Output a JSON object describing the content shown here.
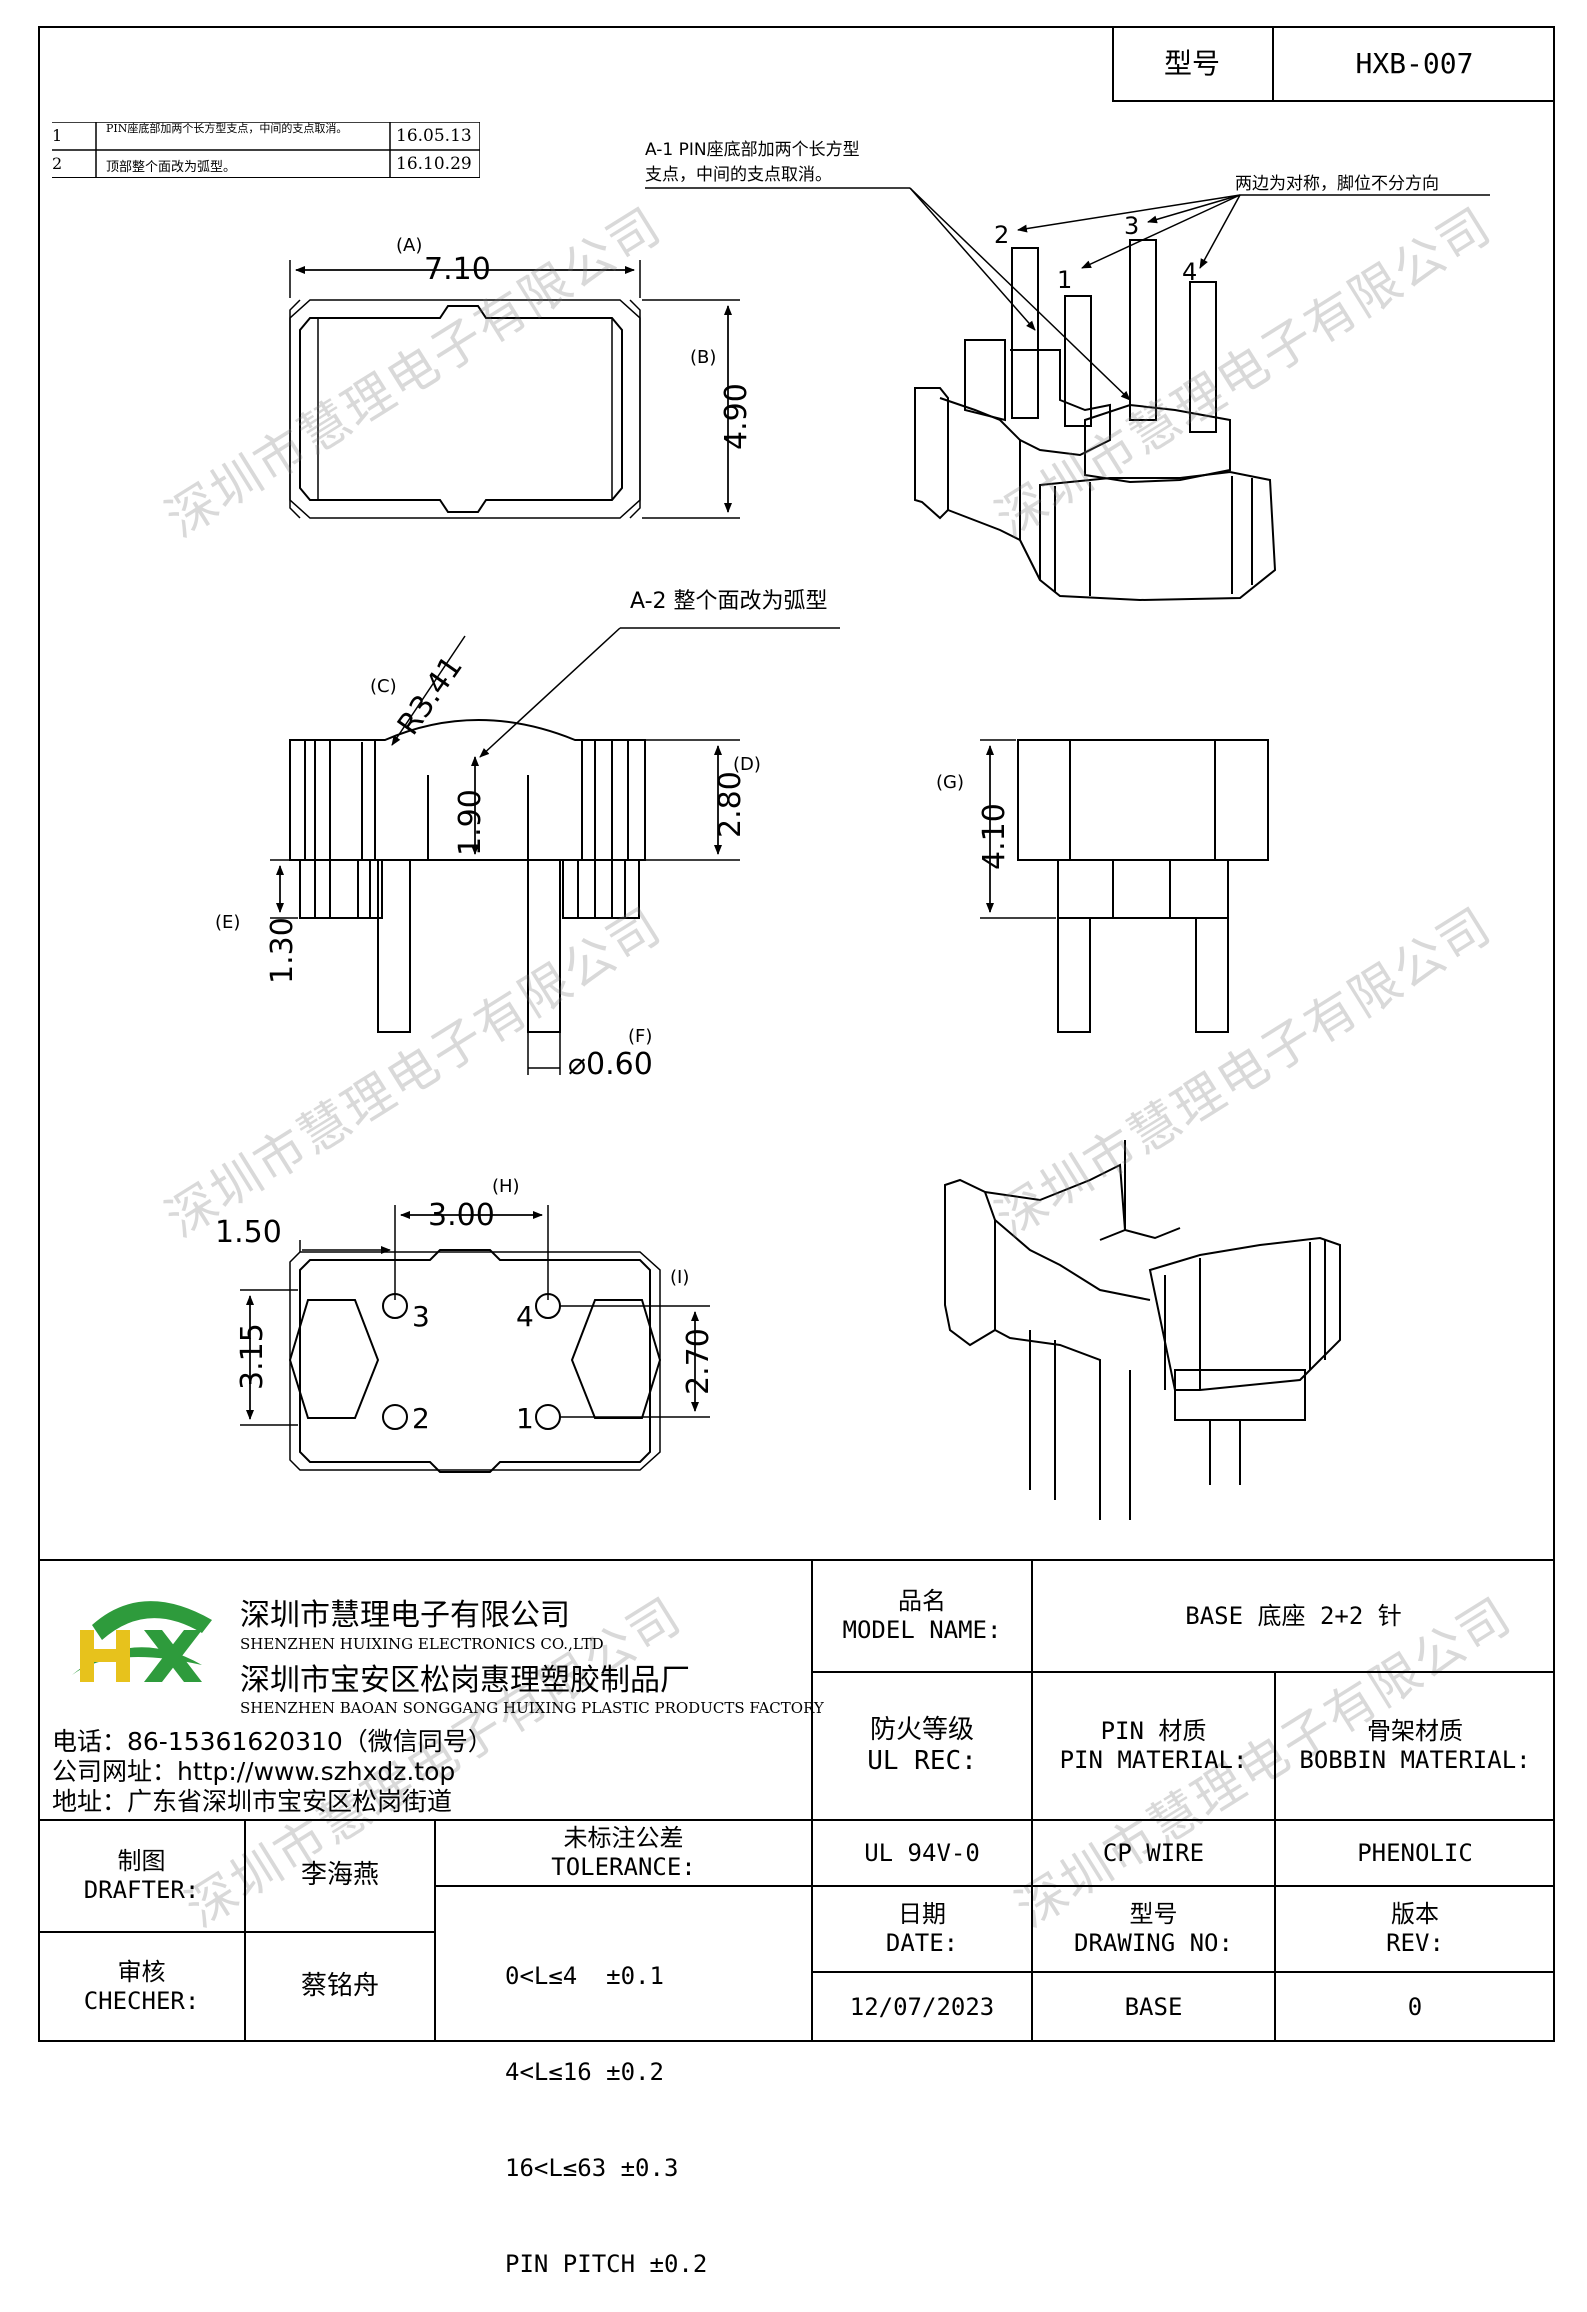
{
  "header": {
    "type_label": "型号",
    "type_value": "HXB-007"
  },
  "revisions": [
    {
      "no": "1",
      "desc": "PIN座底部加两个长方型支点，中间的支点取消。",
      "date": "16.05.13"
    },
    {
      "no": "2",
      "desc": "顶部整个面改为弧型。",
      "date": "16.10.29"
    }
  ],
  "notes": {
    "a1_line1": "A-1 PIN座底部加两个长方型",
    "a1_line2": "支点，中间的支点取消。",
    "symmetry": "两边为对称，脚位不分方向",
    "a2": "A-2 整个面改为弧型"
  },
  "pins": {
    "p1": "1",
    "p2": "2",
    "p3": "3",
    "p4": "4"
  },
  "dims": {
    "A": "(A)",
    "A_val": "7.10",
    "B": "(B)",
    "B_val": "4.90",
    "C": "(C)",
    "C_val": "R3.41",
    "D": "(D)",
    "D_val": "2.80",
    "depth_val": "1.90",
    "E": "(E)",
    "E_val": "1.30",
    "F": "(F)",
    "F_val": "⌀0.60",
    "G": "(G)",
    "G_val": "4.10",
    "H": "(H)",
    "H_val": "3.00",
    "I": "(I)",
    "I_val": "2.70",
    "left_val": "3.15",
    "top_val": "1.50"
  },
  "watermark": "深圳市慧理电子有限公司",
  "company": {
    "logo_letters": "HX",
    "name_cn": "深圳市慧理电子有限公司",
    "name_en": "SHENZHEN HUIXING ELECTRONICS CO.,LTD",
    "factory_cn": "深圳市宝安区松岗惠理塑胶制品厂",
    "factory_en": "SHENZHEN BAOAN SONGGANG HUIXING PLASTIC PRODUCTS FACTORY",
    "phone": "电话：86-15361620310（微信同号）",
    "website": "公司网址：http://www.szhxdz.top",
    "address": "地址：广东省深圳市宝安区松岗街道"
  },
  "title_block": {
    "model_label_cn": "品名",
    "model_label_en": "MODEL NAME:",
    "model_value": "BASE 底座 2+2 针",
    "fire_label_cn": "防火等级",
    "fire_label_en": "UL REC:",
    "fire_value": "UL 94V-0",
    "pin_label_cn": "PIN 材质",
    "pin_label_en": "PIN MATERIAL:",
    "pin_value": "CP WIRE",
    "bobbin_label_cn": "骨架材质",
    "bobbin_label_en": "BOBBIN MATERIAL:",
    "bobbin_value": "PHENOLIC",
    "drafter_label_cn": "制图",
    "drafter_label_en": "DRAFTER:",
    "drafter_value": "李海燕",
    "checker_label_cn": "审核",
    "checker_label_en": "CHECHER:",
    "checker_value": "蔡铭舟",
    "tol_label_cn": "未标注公差",
    "tol_label_en": "TOLERANCE:",
    "tol_lines": [
      "0<L≤4  ±0.1",
      "4<L≤16 ±0.2",
      "16<L≤63 ±0.3",
      "PIN PITCH ±0.2"
    ],
    "date_label_cn": "日期",
    "date_label_en": "DATE:",
    "date_value": "12/07/2023",
    "drawing_label_cn": "型号",
    "drawing_label_en": "DRAWING NO:",
    "drawing_value": "BASE",
    "rev_label_cn": "版本",
    "rev_label_en": "REV:",
    "rev_value": "0"
  }
}
